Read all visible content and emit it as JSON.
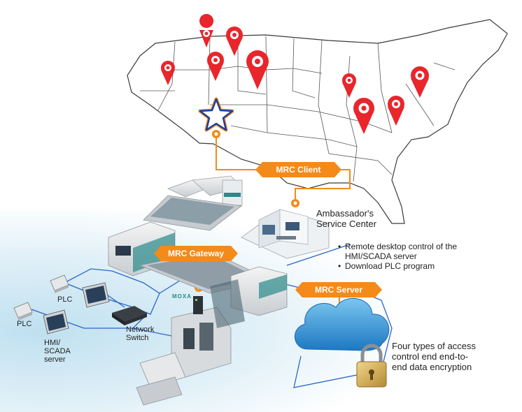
{
  "tags": {
    "client": "MRC Client",
    "gateway": "MRC Gateway",
    "server": "MRC Server"
  },
  "labels": {
    "ambassador": "Ambassador's Service Center",
    "network_switch": "Network Switch",
    "plc_1": "PLC",
    "plc_2": "PLC",
    "hmi": "HMI/ SCADA server",
    "moxa": "MOXA",
    "access": "Four types of access control end end-to-end data encryption"
  },
  "features": [
    "Remote desktop control of the HMI/SCADA server",
    "Download PLC program"
  ],
  "colors": {
    "accent": "#f38a1a",
    "pin": "#e8262c",
    "network": "#2a66c8",
    "cloud": "#2b8fd0",
    "star": "#1f3f9a"
  }
}
